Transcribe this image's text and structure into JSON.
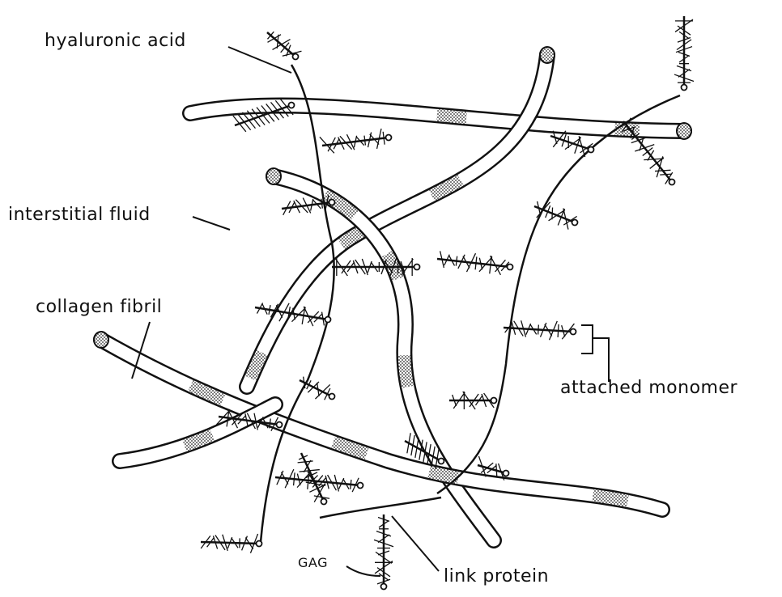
{
  "labels": {
    "hyaluronic_acid": "hyaluronic acid",
    "interstitial_fluid": "interstitial fluid",
    "collagen_fibril": "collagen fibril",
    "attached_monomer": "attached monomer",
    "gag": "GAG",
    "link_protein": "link protein"
  }
}
